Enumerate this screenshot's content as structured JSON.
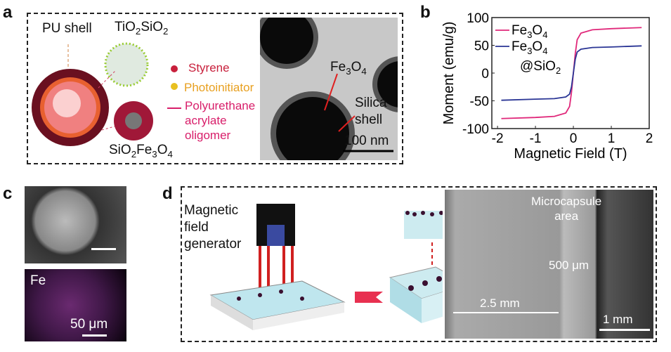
{
  "panels": {
    "a": {
      "label": "a",
      "pu_shell": "PU shell",
      "tio2": "TiO",
      "sio2": "SiO",
      "sub2": "2",
      "styrene": "Styrene",
      "photoinitiator": "Photoinitiator",
      "oligomer": [
        "Polyurethane",
        "acrylate",
        "oligomer"
      ],
      "core_sio2": "SiO",
      "core_fe": "Fe",
      "core_sub3": "3",
      "core_o": "O",
      "core_sub4": "4",
      "tem_fe": "Fe",
      "tem_fe_o": "O",
      "silica": [
        "Silica",
        "shell"
      ],
      "scale": "100 nm"
    },
    "b": {
      "label": "b"
    },
    "c": {
      "label": "c",
      "fe": "Fe",
      "scale": "50 μm"
    },
    "d": {
      "label": "d",
      "generator": [
        "Magnetic",
        "field",
        "generator"
      ],
      "microcapsule": [
        "Microcapsule",
        "area"
      ],
      "dim_500": "500 μm",
      "dim_25": "2.5 mm",
      "scale": "1 mm"
    }
  },
  "colors": {
    "fe3o4": "#e0287a",
    "fe3o4_sio2": "#2a3595",
    "styrene": "#c8203c",
    "photo": "#e8a020",
    "oligomer": "#d81e6a"
  },
  "chart_data": {
    "type": "line",
    "xlabel": "Magnetic Field (T)",
    "ylabel": "Moment (emu/g)",
    "xlim": [
      -2.15,
      2
    ],
    "ylim": [
      -100,
      100
    ],
    "xticks": [
      -2,
      -1,
      0,
      1,
      2
    ],
    "yticks": [
      100,
      50,
      0,
      -50,
      -100
    ],
    "legend_position": "top-left",
    "series": [
      {
        "name": "Fe3O4",
        "legend": [
          "Fe",
          "3",
          "O",
          "4"
        ],
        "color": "#e0287a",
        "x": [
          -1.9,
          -1,
          -0.5,
          -0.2,
          -0.1,
          -0.05,
          0,
          0.05,
          0.1,
          0.2,
          0.5,
          1,
          1.8
        ],
        "y": [
          -82,
          -80,
          -78,
          -72,
          -60,
          -35,
          0,
          35,
          60,
          72,
          78,
          80,
          82
        ]
      },
      {
        "name": "Fe3O4@SiO2",
        "legend": [
          "Fe",
          "3",
          "O",
          "4",
          "@SiO",
          "2"
        ],
        "color": "#2a3595",
        "x": [
          -1.9,
          -1,
          -0.5,
          -0.2,
          -0.1,
          -0.05,
          0,
          0.05,
          0.1,
          0.2,
          0.5,
          1,
          1.8
        ],
        "y": [
          -49,
          -47,
          -46,
          -43,
          -38,
          -25,
          0,
          25,
          38,
          43,
          46,
          47,
          49
        ]
      }
    ]
  }
}
